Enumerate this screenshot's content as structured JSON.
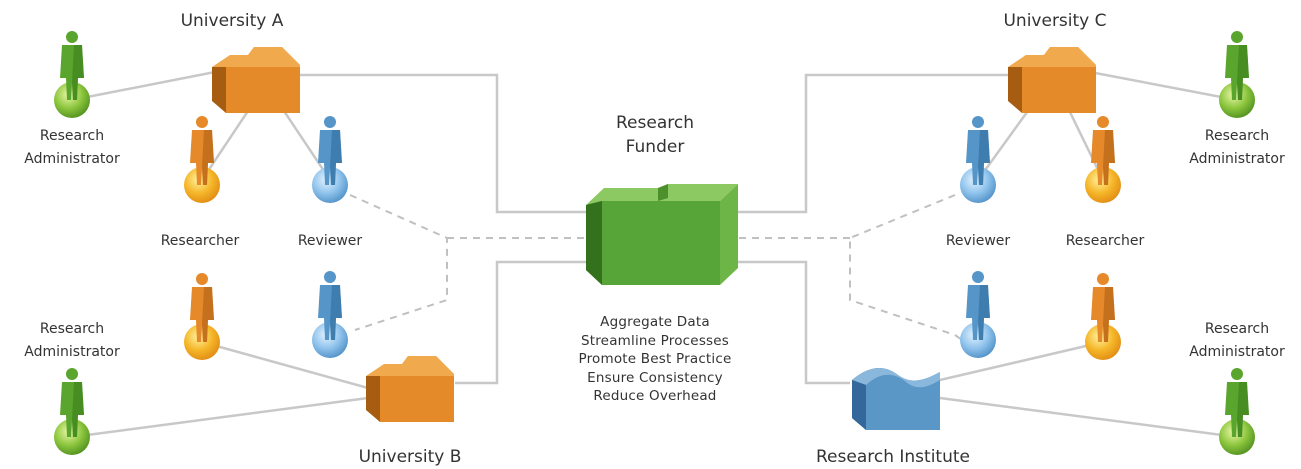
{
  "nodes": {
    "university_a": "University A",
    "university_b": "University B",
    "university_c": "University C",
    "research_institute": "Research Institute",
    "funder": [
      "Research",
      "Funder"
    ]
  },
  "roles": {
    "research_administrator": [
      "Research",
      "Administrator"
    ],
    "researcher": "Researcher",
    "reviewer": "Reviewer"
  },
  "benefits": [
    "Aggregate Data",
    "Streamline Processes",
    "Promote Best Practice",
    "Ensure Consistency",
    "Reduce Overhead"
  ],
  "colors": {
    "administrator": "#5aa52e",
    "researcher": "#e5892a",
    "reviewer": "#5595c8",
    "university_box": "#e48a28",
    "funder_box": "#57a538",
    "institute_box": "#5a97c6",
    "solid_line": "#c8c8c8",
    "dashed_line": "#c0c0c0"
  }
}
